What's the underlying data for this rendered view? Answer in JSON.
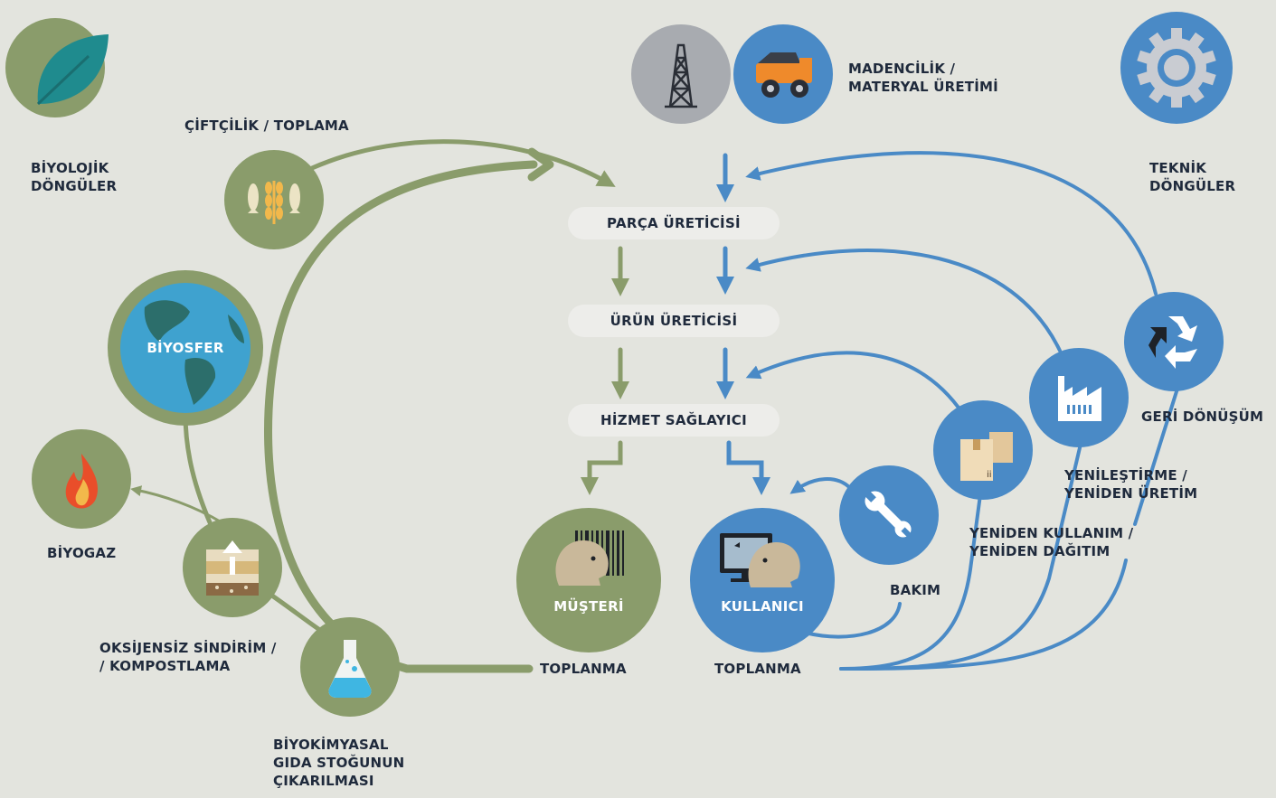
{
  "colors": {
    "background": "#e3e4de",
    "biological": "#8a9c6b",
    "technical": "#4a8ac6",
    "text": "#1f2a3c"
  },
  "labels": {
    "biological_cycles": "BİYOLOJİK\nDÖNGÜLER",
    "technical_cycles": "TEKNİK\nDÖNGÜLER",
    "farming": "ÇİFTÇİLİK / TOPLAMA",
    "mining": "MADENCİLİK /\nMATERYAL ÜRETİMİ",
    "biosphere": "BİYOSFER",
    "biogas": "BİYOGAZ",
    "anaerobic": "OKSİJENSİZ SİNDİRİM /\n/ KOMPOSTLAMA",
    "biochemical": "BİYOKİMYASAL\nGIDA STOĞUNUN\nÇIKARILMASI",
    "consumer": "MÜŞTERİ",
    "user": "KULLANICI",
    "collection_bio": "TOPLANMA",
    "collection_tech": "TOPLANMA",
    "maintenance": "BAKIM",
    "reuse": "YENİDEN KULLANIM /\nYENİDEN DAĞITIM",
    "refurbish": "YENİLEŞTİRME /\nYENİDEN ÜRETİM",
    "recycling": "GERİ DÖNÜŞÜM"
  },
  "stages": {
    "parts": "PARÇA ÜRETİCİSİ",
    "product": "ÜRÜN ÜRETİCİSİ",
    "service": "HİZMET SAĞLAYICI"
  },
  "icons": [
    "leaf-icon",
    "gear-icon",
    "oil-rig-icon",
    "mining-truck-icon",
    "crops-fish-icon",
    "globe-icon",
    "flame-icon",
    "soil-layers-icon",
    "flask-icon",
    "barcode-icon",
    "computer-icon",
    "wrench-icon",
    "boxes-icon",
    "factory-icon",
    "recycle-icon",
    "person-head-icon"
  ]
}
